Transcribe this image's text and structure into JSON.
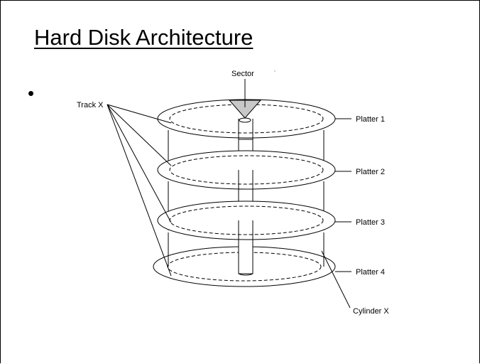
{
  "slide": {
    "title": "Hard Disk Architecture",
    "bullet": "•"
  },
  "diagram": {
    "sector_label": "Sector",
    "track_label": "Track X",
    "cylinder_label": "Cylinder X",
    "platters": [
      {
        "label": "Platter 1"
      },
      {
        "label": "Platter 2"
      },
      {
        "label": "Platter 3"
      },
      {
        "label": "Platter 4"
      }
    ],
    "colors": {
      "line": "#000000",
      "sector_fill": "#c8c8c8"
    }
  }
}
